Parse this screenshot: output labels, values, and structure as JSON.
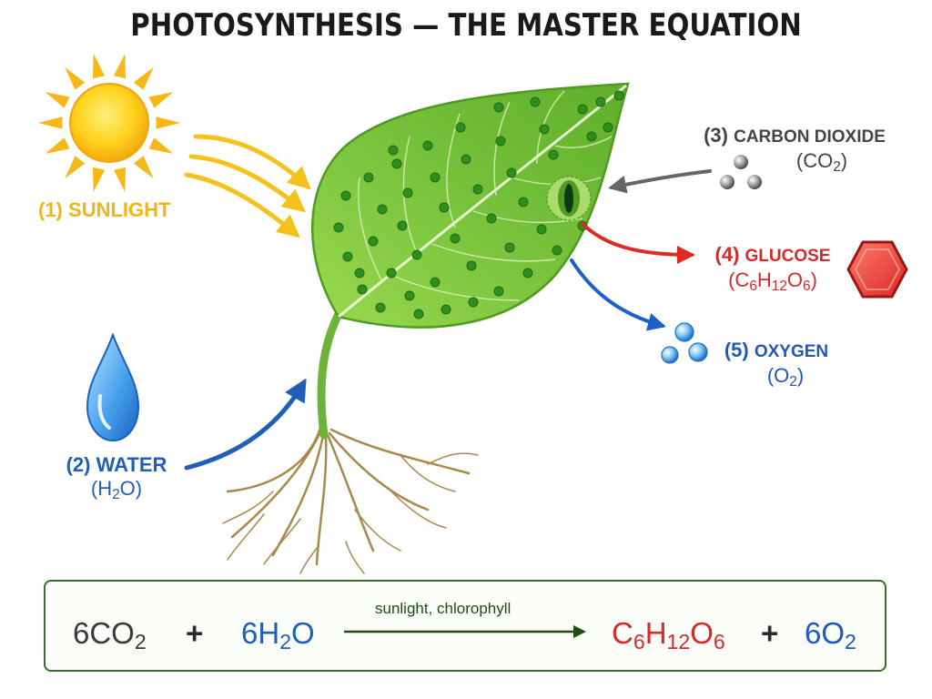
{
  "title": "PHOTOSYNTHESIS — THE MASTER EQUATION",
  "inputs": {
    "sunlight": {
      "number": "(1)",
      "name": "SUNLIGHT"
    },
    "water": {
      "number": "(2)",
      "name": "WATER",
      "formula_parts": [
        "(H",
        "2",
        "O)"
      ]
    },
    "carbon_dioxide": {
      "number": "(3)",
      "name": "CARBON DIOXIDE",
      "formula_parts": [
        "(CO",
        "2",
        ")"
      ]
    }
  },
  "outputs": {
    "glucose": {
      "number": "(4)",
      "name": "GLUCOSE",
      "formula_parts": [
        "(C",
        "6",
        "H",
        "12",
        "O",
        "6",
        ")"
      ]
    },
    "oxygen": {
      "number": "(5)",
      "name": "OXYGEN",
      "formula_parts": [
        "(O",
        "2",
        ")"
      ]
    }
  },
  "equation": {
    "reactant1": [
      "6CO",
      "2"
    ],
    "plus1": "+",
    "reactant2": [
      "6H",
      "2",
      "O"
    ],
    "condition": "sunlight, chlorophyll",
    "product1": [
      "C",
      "6",
      "H",
      "12",
      "O",
      "6"
    ],
    "plus2": "+",
    "product2": [
      "6O",
      "2"
    ]
  },
  "colors": {
    "sunlight": "#f3b416",
    "water": "#1f5fb8",
    "carbon_dioxide": "#444444",
    "glucose": "#d62a2a",
    "oxygen": "#2158b8",
    "leaf": "#7cc242",
    "equation_border": "#3d6b2e"
  },
  "icons": [
    "sun-icon",
    "water-drop-icon",
    "co2-molecule-icon",
    "glucose-hexagon-icon",
    "oxygen-bubbles-icon",
    "leaf-illustration",
    "stoma-icon",
    "roots-illustration"
  ]
}
